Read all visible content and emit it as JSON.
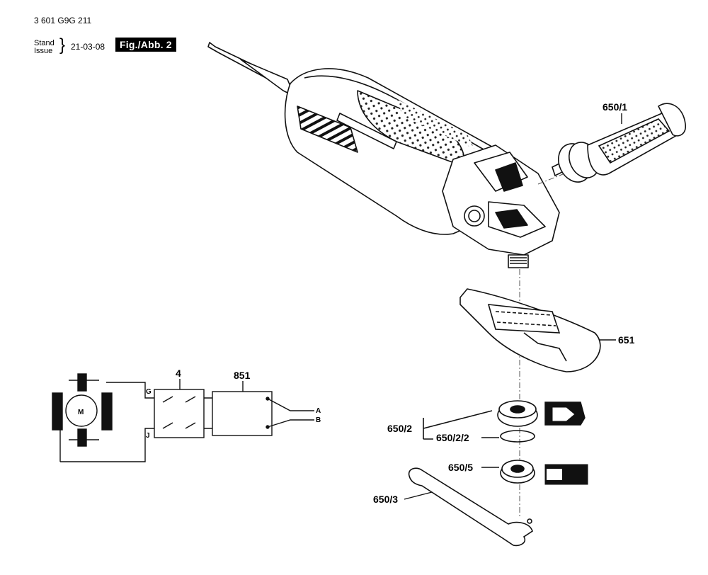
{
  "header": {
    "doc_number": "3 601 G9G 211",
    "stand_label": "Stand",
    "issue_label": "Issue",
    "date": "21-03-08",
    "fig_label": "Fig./Abb. 2"
  },
  "parts": {
    "handle": "650/1",
    "guard": "651",
    "flange_set": "650/2",
    "flange_ring": "650/2/2",
    "clamp_nut": "650/5",
    "spanner": "650/3"
  },
  "wiring": {
    "switch_label": "4",
    "filter_label": "851",
    "motor_label": "M",
    "terminal_g": "G",
    "terminal_j": "J",
    "out_a": "A",
    "out_b": "B"
  }
}
